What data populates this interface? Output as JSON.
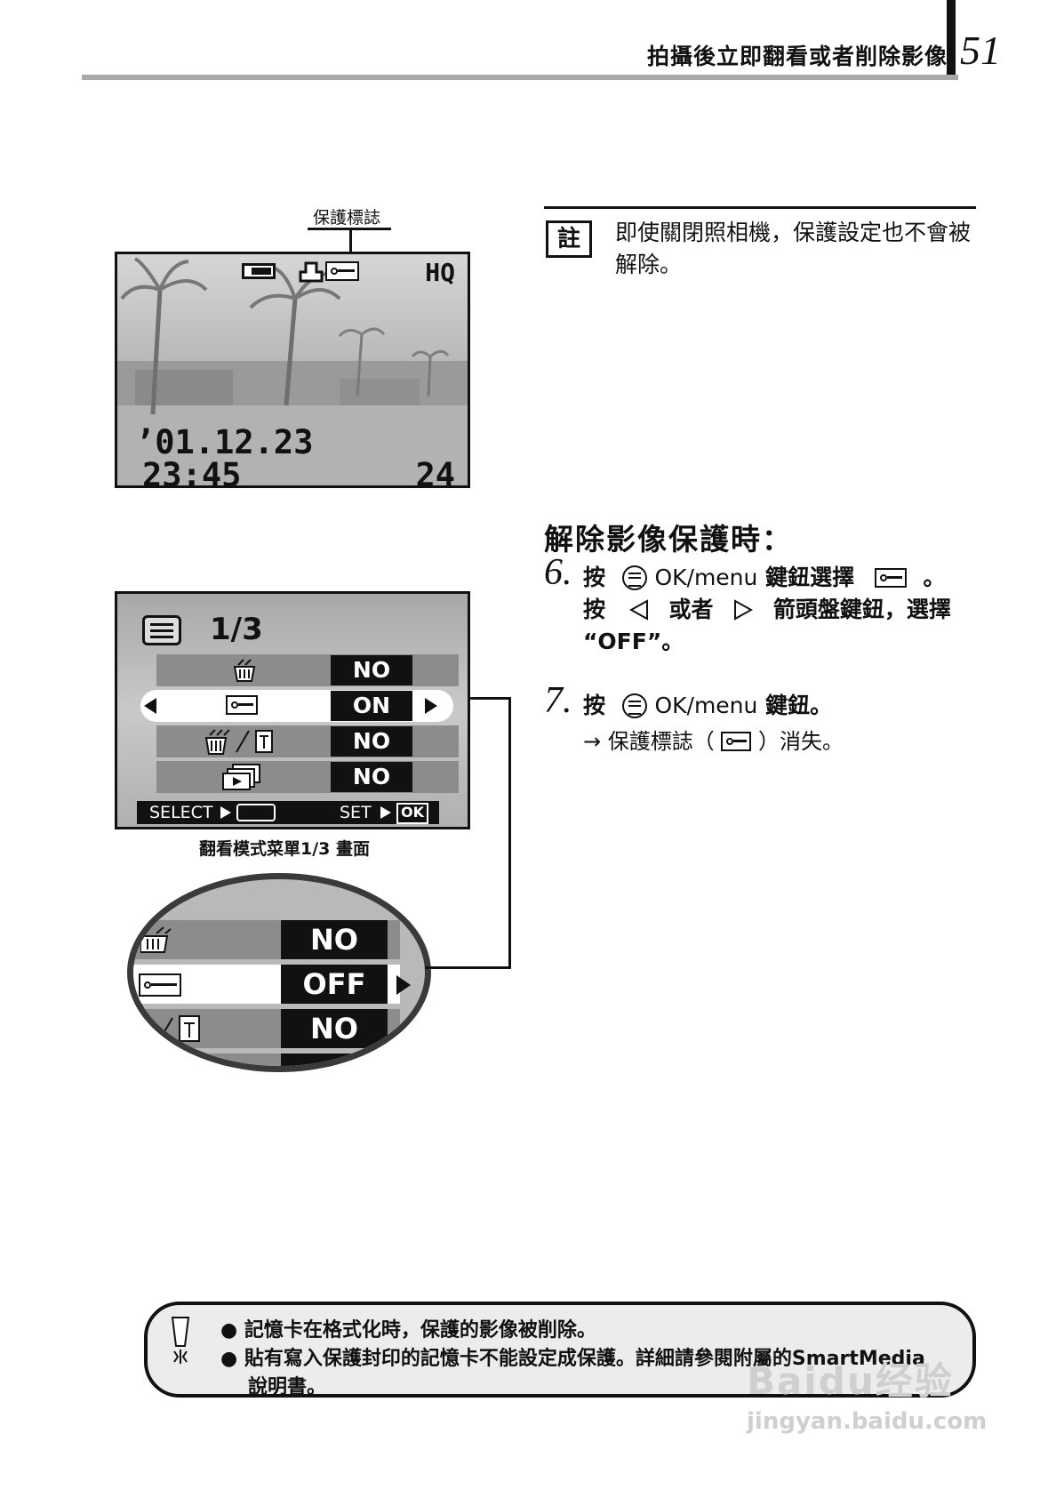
{
  "header": {
    "title": "拍攝後立即翻看或者削除影像",
    "page_number": "51"
  },
  "figure_top": {
    "callout_label": "保護標誌",
    "lcd": {
      "quality": "HQ",
      "date": "’01.12.23",
      "time": "23:45",
      "frames_remaining": "24",
      "icons": [
        "battery-icon",
        "print-order-icon",
        "protect-key-icon"
      ]
    }
  },
  "figure_menu": {
    "page_indicator": "1/3",
    "rows": [
      {
        "icon": "delete-icon",
        "value": "NO"
      },
      {
        "icon": "protect-key-icon",
        "value": "ON"
      },
      {
        "icon": "delete-all-icon",
        "value": "NO"
      },
      {
        "icon": "slideshow-icon",
        "value": "NO"
      }
    ],
    "footer_select": "SELECT",
    "footer_set": "SET",
    "footer_ok": "OK",
    "caption": "翻看模式菜單1/3 畫面"
  },
  "figure_zoom": {
    "rows": [
      {
        "icon": "delete-icon",
        "value": "NO"
      },
      {
        "icon": "protect-key-icon",
        "value": "OFF"
      },
      {
        "icon": "delete-all-icon",
        "value": "NO"
      }
    ]
  },
  "note": {
    "icon_label": "註",
    "text": "即使關閉照相機，保護設定也不會被解除。"
  },
  "section": {
    "heading": "解除影像保護時："
  },
  "steps": [
    {
      "number": "6.",
      "line1_press": "按",
      "line1_button": "OK/menu",
      "line1_rest": "鍵鈕選擇",
      "line1_end": "。",
      "line2_press": "按",
      "line2_or": "或者",
      "line2_rest": "箭頭盤鍵鈕，選擇",
      "line3": "“OFF”。"
    },
    {
      "number": "7.",
      "line1_press": "按",
      "line1_button": "OK/menu",
      "line1_rest": "鍵鈕。",
      "result_prefix": "→ 保護標誌（",
      "result_suffix": "）消失。"
    }
  ],
  "caution": {
    "items": [
      "記憶卡在格式化時，保護的影像被削除。",
      "貼有寫入保護封印的記憶卡不能設定成保護。詳細請參閱附屬的SmartMedia",
      "說明書。"
    ]
  },
  "watermark": {
    "brand": "Baidu经验",
    "url": "jingyan.baidu.com"
  }
}
